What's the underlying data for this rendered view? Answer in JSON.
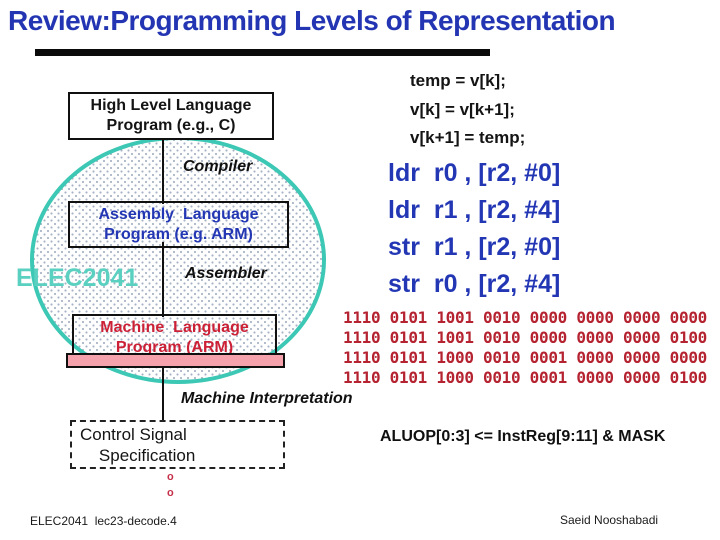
{
  "slide": {
    "title": "Review:Programming Levels of Representation",
    "c_code": {
      "lines": [
        "temp = v[k];",
        "v[k] = v[k+1];",
        "v[k+1] = temp;"
      ]
    },
    "levels": {
      "high_level_box": "High Level Language\nProgram (e.g., C)",
      "compiler_label": "Compiler",
      "assembly_box": "Assembly  Language\nProgram (e.g. ARM)",
      "assembler_label": "Assembler",
      "machine_box": "Machine  Language\nProgram (ARM)",
      "machine_interpretation_label": "Machine Interpretation",
      "control_box": "Control Signal\n    Specification"
    },
    "watermark": "ELEC2041",
    "assembly_code": {
      "lines": [
        "ldr  r0 , [r2, #0]",
        "ldr  r1 , [r2, #4]",
        "str  r1 , [r2, #0]",
        "str  r0 , [r2, #4]"
      ]
    },
    "machine_code": {
      "lines": [
        "1110 0101 1001 0010 0000 0000 0000 0000",
        "1110 0101 1001 0010 0000 0000 0000 0100",
        "1110 0101 1000 0010 0001 0000 0000 0000",
        "1110 0101 1000 0010 0001 0000 0000 0100"
      ]
    },
    "aluop_line": "ALUOP[0:3] <= InstReg[9:11] & MASK",
    "bullets": [
      "o",
      "o"
    ],
    "footer": {
      "left": "ELEC2041  lec23-decode.4",
      "right": "Saeid Nooshabadi"
    },
    "colors": {
      "title_blue": "#2335b2",
      "code_blue": "#2337b5",
      "machine_red": "#cc2036",
      "binary_red": "#b52331",
      "ellipse_teal": "#3cc8b4",
      "watermark_teal": "#5ad0c0",
      "pink_bar": "#f5a2ac"
    }
  }
}
